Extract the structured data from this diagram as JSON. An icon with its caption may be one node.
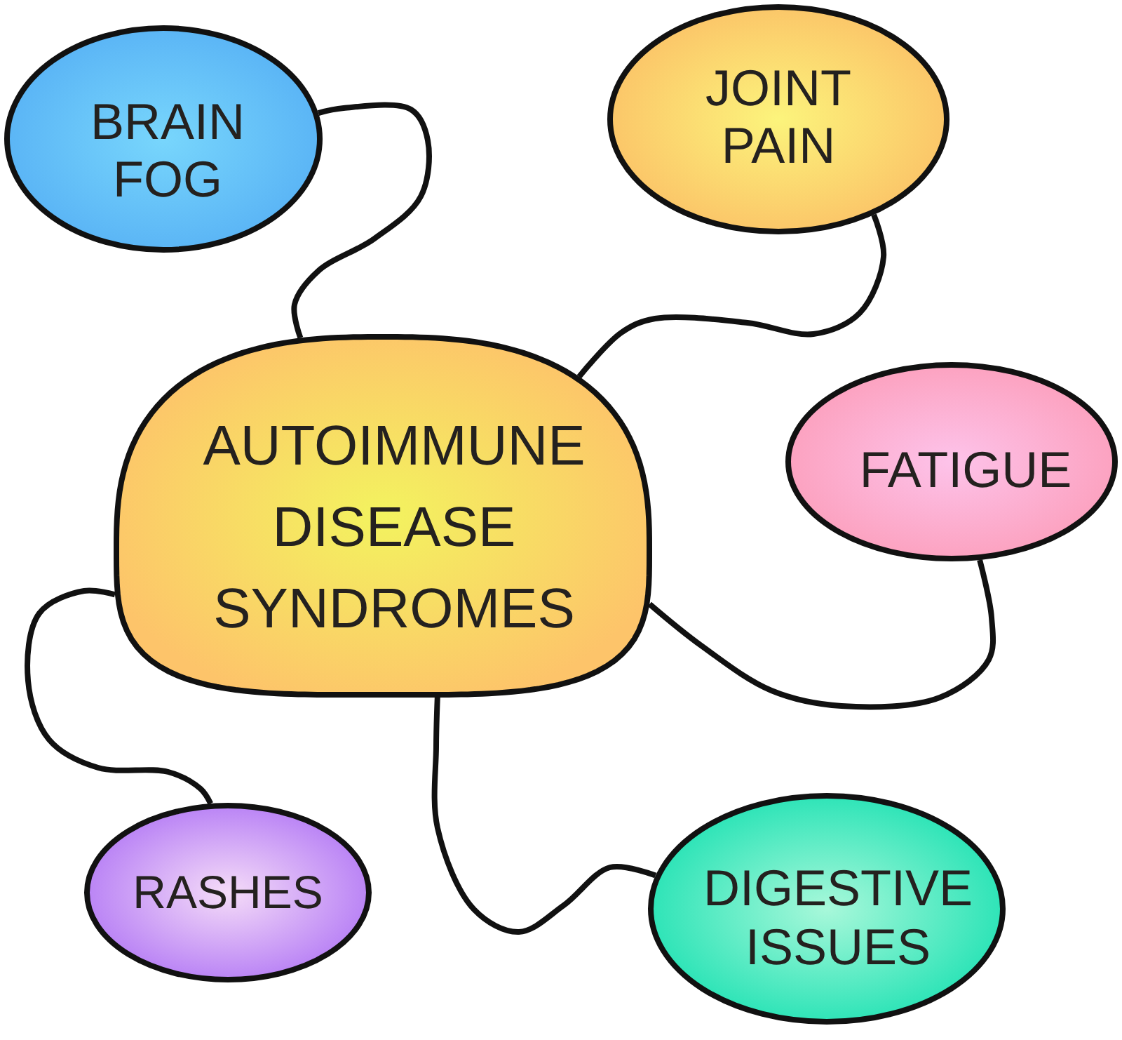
{
  "diagram": {
    "nodes": [
      {
        "text": [
          "AUTOIMMUNE DISEASE SYNDROMES"
        ]
      },
      {
        "text": [
          "BRAIN FOG"
        ]
      },
      {
        "text": [
          "JOINT PAIN"
        ]
      },
      {
        "text": [
          "FATIGUE"
        ]
      },
      {
        "text": [
          "RASHES"
        ]
      },
      {
        "text": [
          "DIGESTIVE ISSUES"
        ]
      }
    ],
    "edges": [
      {
        "from": 0,
        "to": 1,
        "arrow": "none"
      },
      {
        "from": 0,
        "to": 2,
        "arrow": "none"
      },
      {
        "from": 0,
        "to": 3,
        "arrow": "none"
      },
      {
        "from": 0,
        "to": 4,
        "arrow": "none"
      },
      {
        "from": 0,
        "to": 5,
        "arrow": "none"
      }
    ]
  }
}
